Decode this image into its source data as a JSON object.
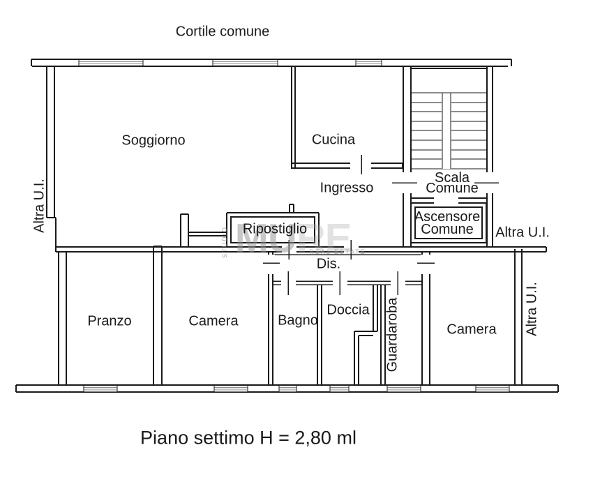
{
  "site": {
    "courtyard_label": "Cortile comune",
    "caption": "Piano settimo H = 2,80 ml"
  },
  "apartment_rooms": {
    "soggiorno": "Soggiorno",
    "cucina": "Cucina",
    "ingresso": "Ingresso",
    "ripostiglio": "Ripostiglio",
    "dis": "Dis.",
    "pranzo": "Pranzo",
    "camera_left": "Camera",
    "bagno": "Bagno",
    "doccia": "Doccia",
    "guardaroba": "Guardaroba",
    "camera_right": "Camera"
  },
  "common_areas": {
    "scala_line1": "Scala",
    "scala_line2": "Comune",
    "ascensore_line1": "Ascensore",
    "ascensore_line2": "Comune"
  },
  "adjacent_units": {
    "left": "Altra U.I.",
    "right": "Altra U.I.",
    "right_lower": "Altra U.I."
  },
  "watermark": {
    "studio": "STUDIO",
    "name_solid": "MU",
    "name_outline": "RE",
    "tagline": "REAL ESTATE"
  },
  "colors": {
    "wall": "#1a1a1a",
    "window": "#8f8f8f",
    "watermark": "#a9a9a9"
  }
}
